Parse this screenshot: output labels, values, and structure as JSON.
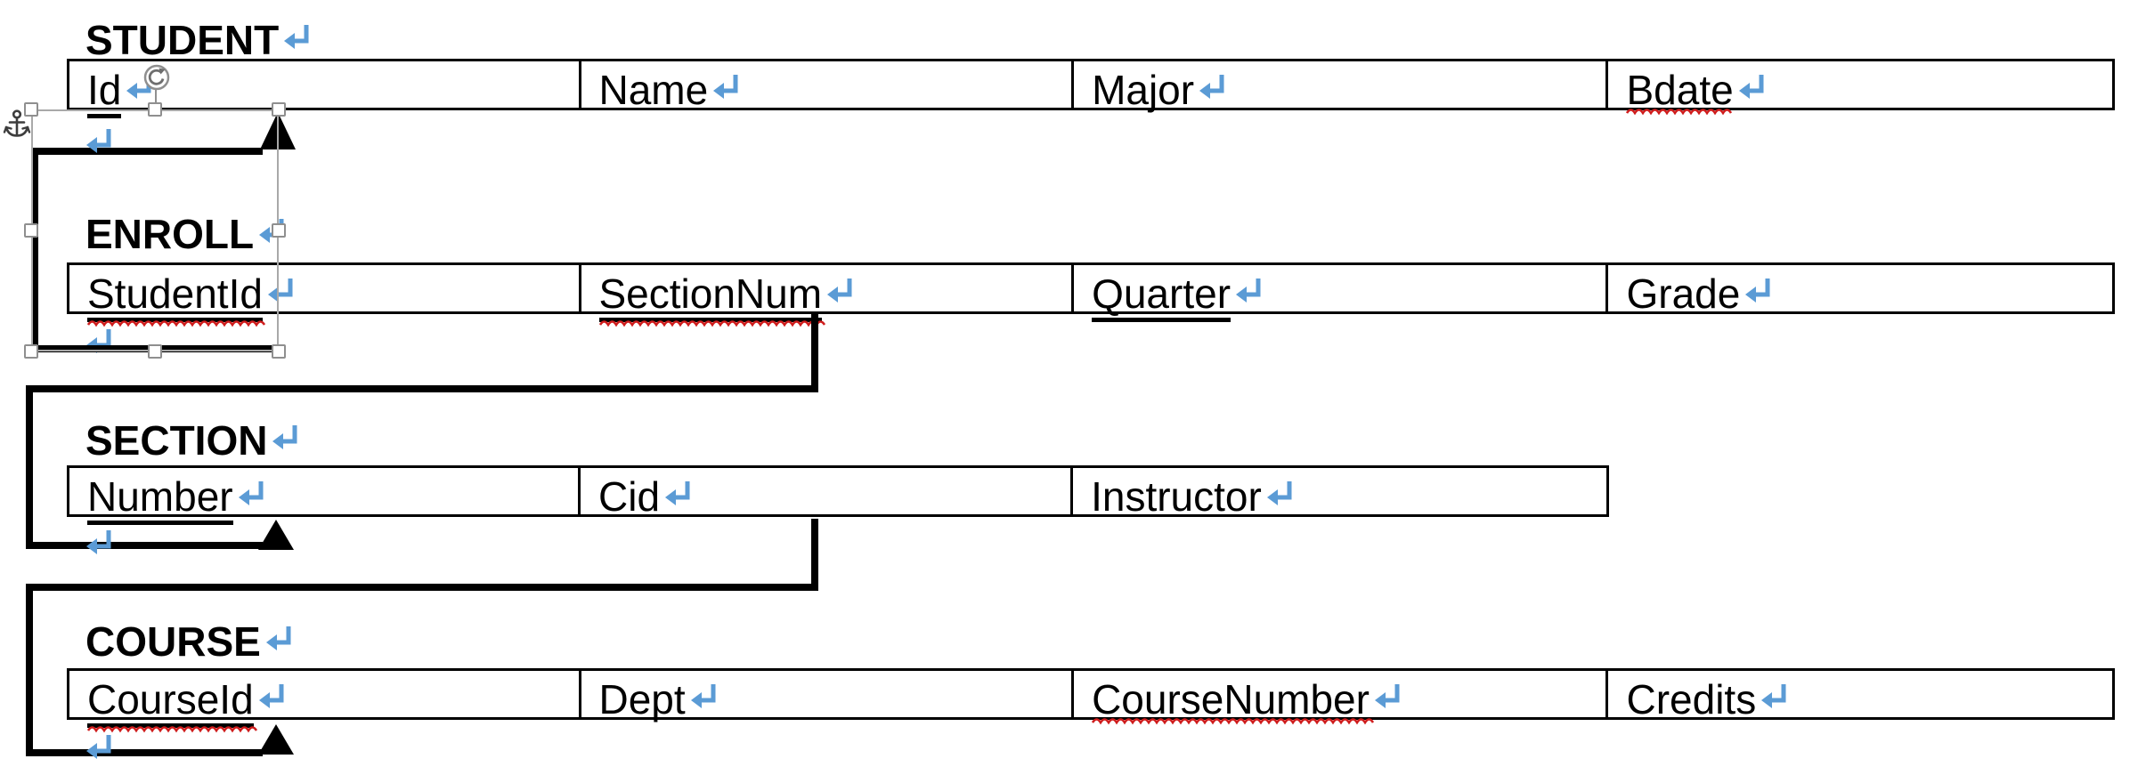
{
  "colors": {
    "return_mark": "#5b9bd5",
    "squiggle": "#cf1d1d",
    "table_border": "#000000",
    "connector": "#000000",
    "selection": "#a9a9a9"
  },
  "icons": {
    "anchor": "anchor-icon",
    "rotate": "rotate-handle-icon",
    "line_break": "line-break-return-icon"
  },
  "document": {
    "entities": [
      {
        "name": "STUDENT",
        "fields": [
          {
            "label": "Id"
          },
          {
            "label": "Name"
          },
          {
            "label": "Major"
          },
          {
            "label": "Bdate"
          }
        ]
      },
      {
        "name": "ENROLL",
        "fields": [
          {
            "label": "StudentId"
          },
          {
            "label": "SectionNum"
          },
          {
            "label": "Quarter"
          },
          {
            "label": "Grade"
          }
        ]
      },
      {
        "name": "SECTION",
        "fields": [
          {
            "label": "Number"
          },
          {
            "label": "Cid"
          },
          {
            "label": "Instructor"
          }
        ]
      },
      {
        "name": "COURSE",
        "fields": [
          {
            "label": "CourseId"
          },
          {
            "label": "Dept"
          },
          {
            "label": "CourseNumber"
          },
          {
            "label": "Credits"
          }
        ]
      }
    ]
  }
}
